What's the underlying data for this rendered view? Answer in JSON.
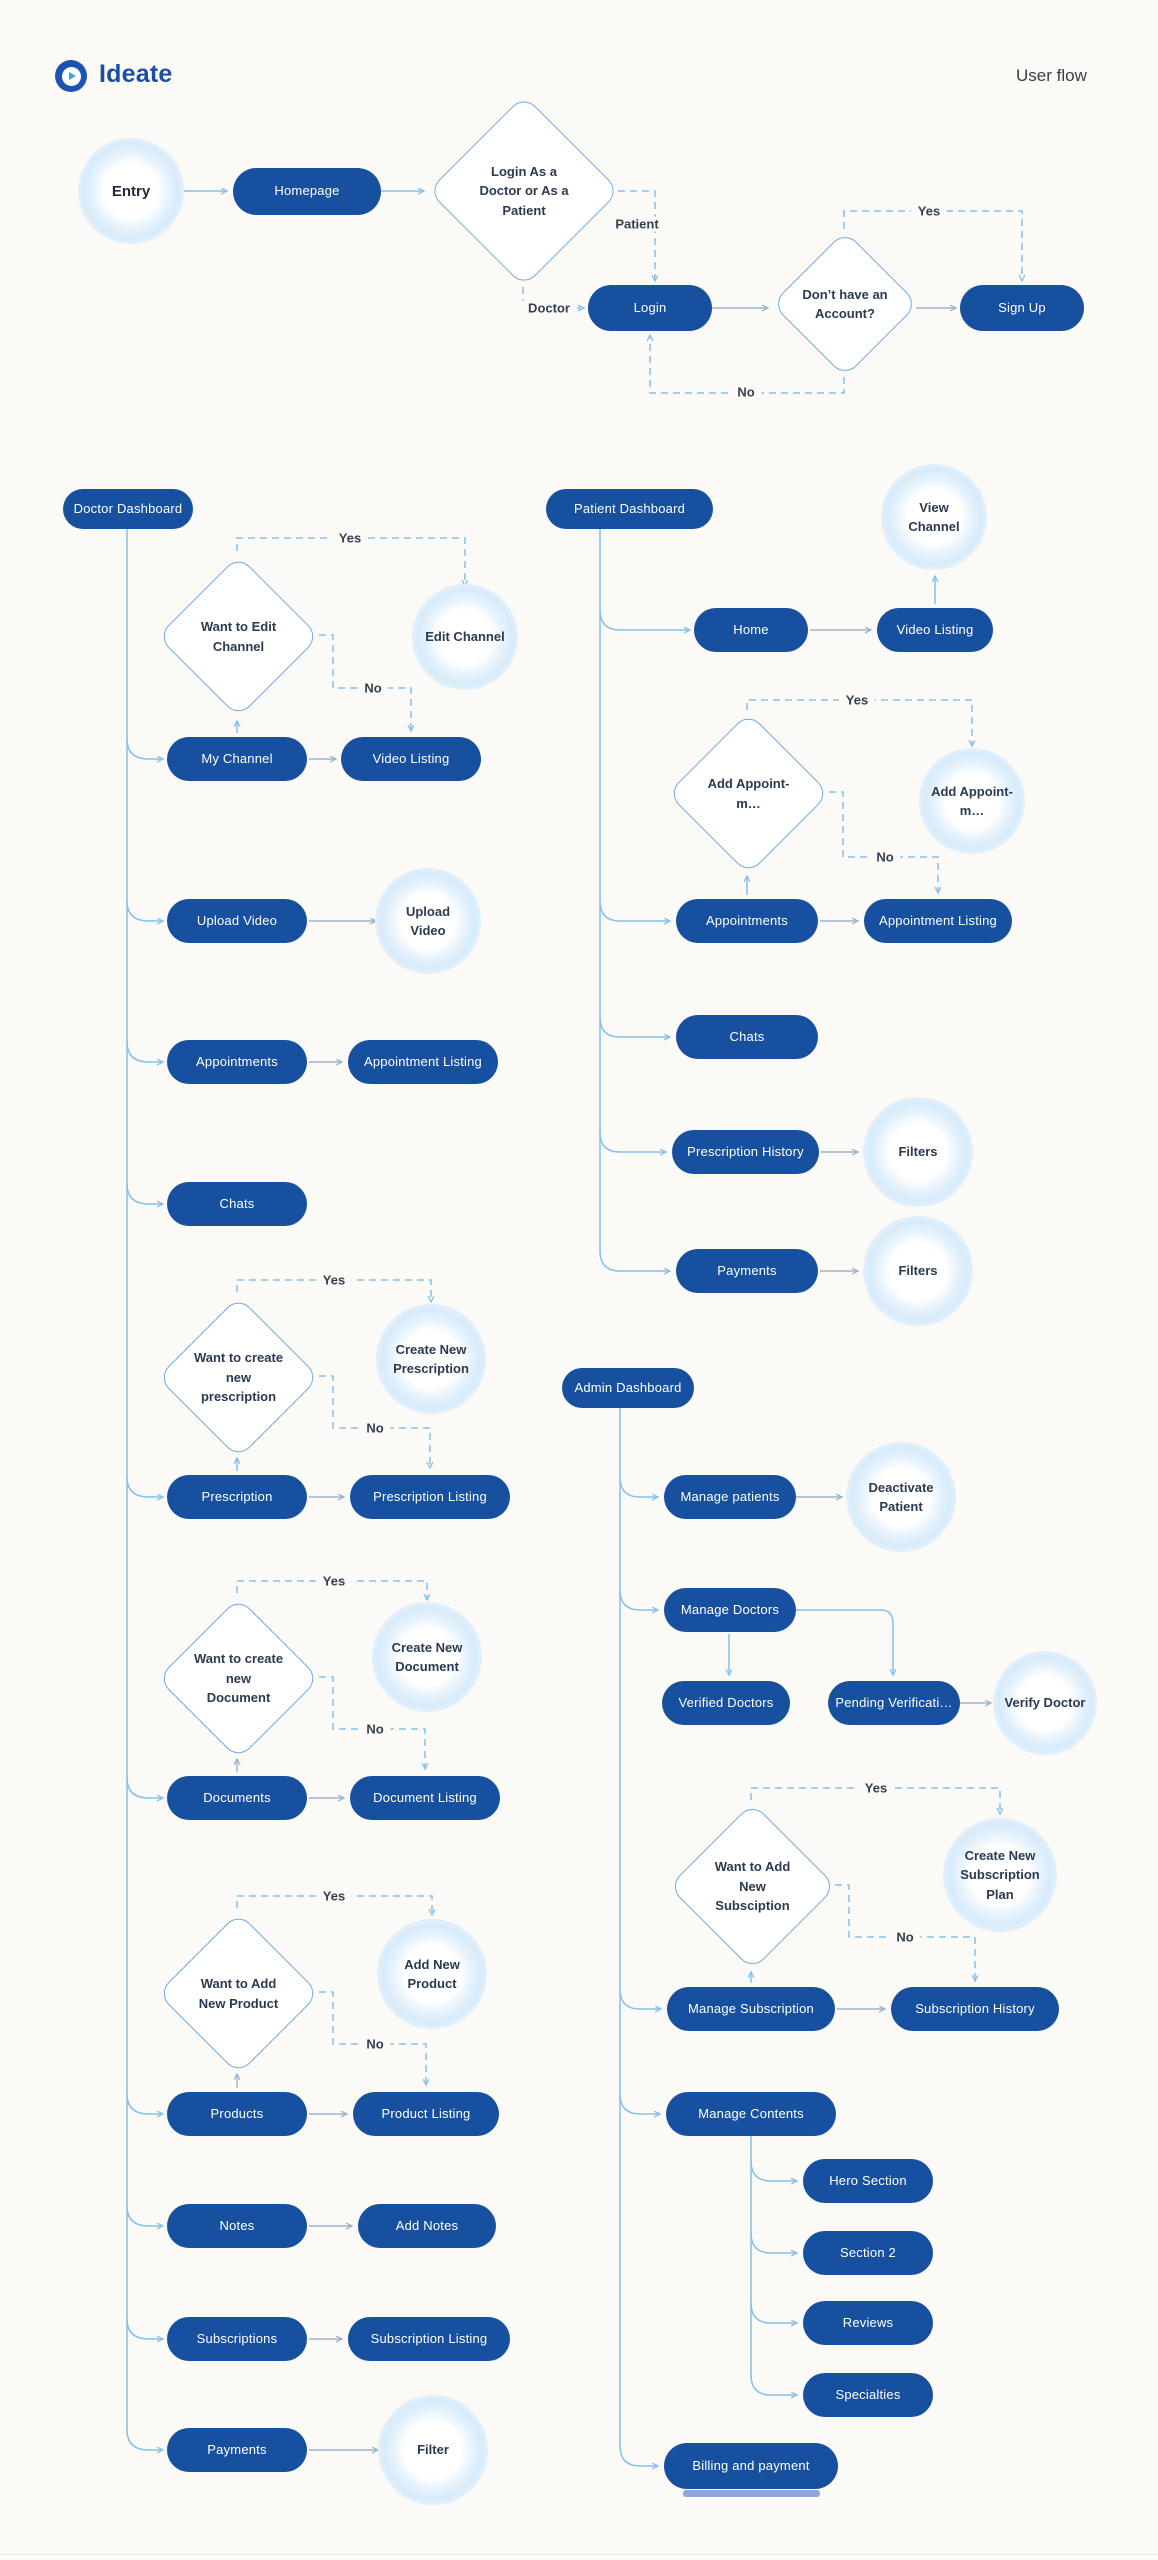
{
  "meta": {
    "app_title": "Ideate",
    "page_label": "User flow"
  },
  "colors": {
    "primary_pill": "#17509E",
    "brand_text": "#1B4FA5",
    "line_blue": "#85C0EE",
    "line_gray": "#9FB3C8",
    "diamond_border": "#74ACE3",
    "glow_ring": "#D8EBFA",
    "background": "#FBFAF7"
  },
  "labels": {
    "yes": "Yes",
    "no": "No",
    "patient": "Patient",
    "doctor": "Doctor"
  },
  "top_flow": {
    "entry": "Entry",
    "homepage": "Homepage",
    "role_decision": "Login As a Doctor or As a Patient",
    "login": "Login",
    "account_decision": "Don’t have an Account?",
    "signup": "Sign Up"
  },
  "doctor_flow": {
    "dashboard": "Doctor Dashboard",
    "want_edit_channel": "Want to Edit Channel",
    "edit_channel": "Edit Channel",
    "my_channel": "My Channel",
    "video_listing": "Video Listing",
    "upload_video": "Upload Video",
    "upload_video_action": "Upload Video",
    "appointments": "Appointments",
    "appointment_listing": "Appointment Listing",
    "chats": "Chats",
    "want_new_prescription": "Want to create new prescription",
    "create_new_prescription": "Create New Prescription",
    "prescription": "Prescription",
    "prescription_listing": "Prescription Listing",
    "want_new_document": "Want to create new Document",
    "create_new_document": "Create New Document",
    "documents": "Documents",
    "document_listing": "Document Listing",
    "want_add_product": "Want to Add New Product",
    "add_new_product": "Add New Product",
    "products": "Products",
    "product_listing": "Product Listing",
    "notes": "Notes",
    "add_notes": "Add Notes",
    "subscriptions": "Subscriptions",
    "subscription_listing": "Subscription Listing",
    "payments": "Payments",
    "filter": "Filter"
  },
  "patient_flow": {
    "dashboard": "Patient Dashboard",
    "view_channel": "View Channel",
    "home": "Home",
    "video_listing": "Video Listing",
    "want_add_appointment": "Add Appoint-m…",
    "add_appointment": "Add Appoint-m…",
    "appointments": "Appointments",
    "appointment_listing": "Appointment Listing",
    "chats": "Chats",
    "prescription_history": "Prescription History",
    "filters": "Filters",
    "payments": "Payments"
  },
  "admin_flow": {
    "dashboard": "Admin Dashboard",
    "manage_patients": "Manage patients",
    "deactivate_patient": "Deactivate Patient",
    "manage_doctors": "Manage Doctors",
    "verified_doctors": "Verified Doctors",
    "pending_verification": "Pending Verificati…",
    "verify_doctor": "Verify Doctor",
    "want_add_subscription": "Want to Add New Subsciption",
    "create_subscription_plan": "Create New Subscription Plan",
    "manage_subscription": "Manage Subscription",
    "subscription_history": "Subscription History",
    "manage_contents": "Manage Contents",
    "hero_section": "Hero Section",
    "section_2": "Section 2",
    "reviews": "Reviews",
    "specialties": "Specialties",
    "billing": "Billing and payment"
  }
}
